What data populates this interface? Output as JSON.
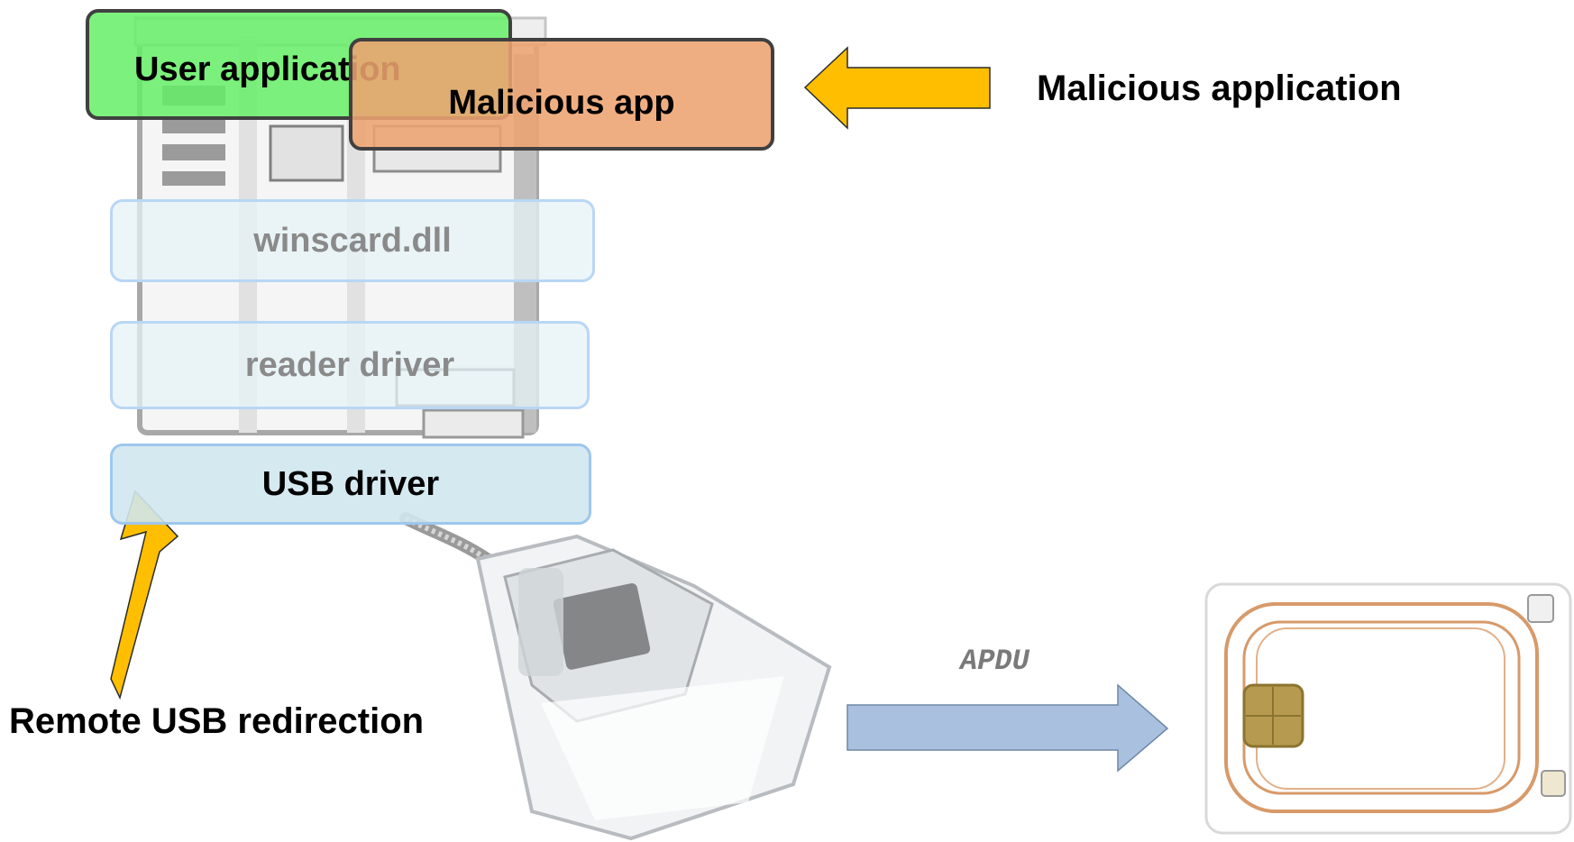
{
  "layers": {
    "user_application": "User application",
    "malicious_app": "Malicious app",
    "winscard": "winscard.dll",
    "reader_driver": "reader driver",
    "usb_driver": "USB driver"
  },
  "annotations": {
    "malicious_application": "Malicious application",
    "remote_usb_redirection": "Remote USB redirection",
    "apdu": "APDU"
  },
  "colors": {
    "user_app_fill": "#66ee66",
    "malicious_fill": "#eda36f",
    "arrow_yellow": "#ffbf00",
    "apdu_arrow": "#a9c1de",
    "layer_border": "#b9d6f5",
    "usb_fill": "#d3e8ef"
  }
}
